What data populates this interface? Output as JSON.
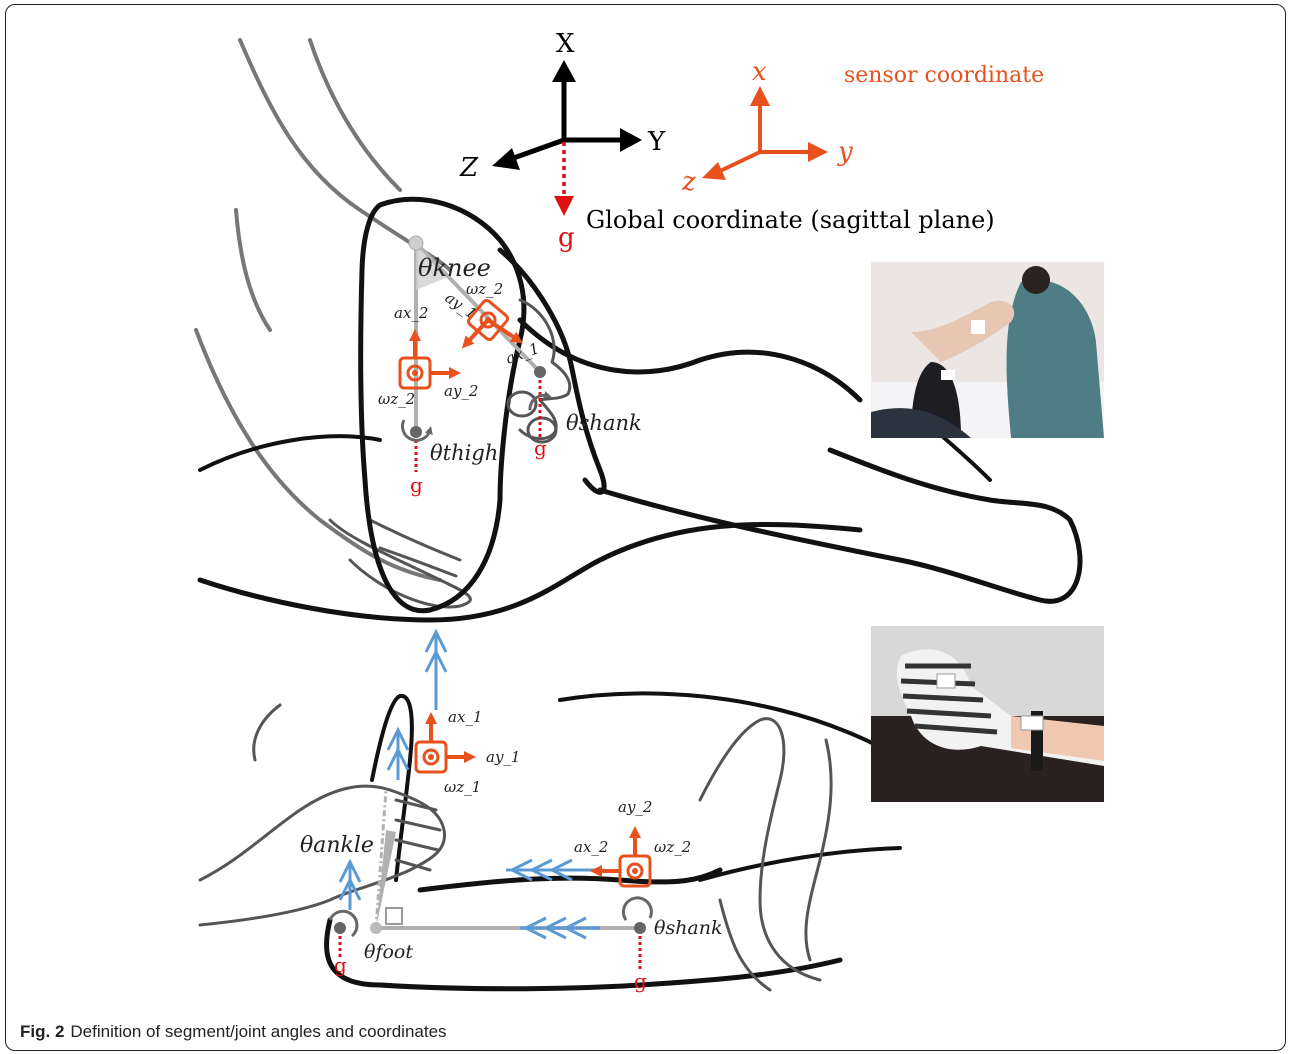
{
  "figure": {
    "caption_label": "Fig. 2",
    "caption_text": "Definition of segment/joint angles and coordinates"
  },
  "global_axes": {
    "x": "X",
    "y": "Y",
    "z": "Z",
    "g": "g",
    "label": "Global coordinate (sagittal plane)"
  },
  "sensor_axes": {
    "x": "x",
    "y": "y",
    "z": "z",
    "label": "sensor coordinate"
  },
  "upper_labels": {
    "theta_knee": "θknee",
    "omega_z2": "ωz_2",
    "a_y1": "ay_1",
    "a_x2": "ax_2",
    "a_x1": "ax_1",
    "a_y2": "ay_2",
    "omega_z2b": "ωz_2",
    "theta_thigh": "θthigh",
    "theta_shank": "θshank",
    "g1": "g",
    "g2": "g"
  },
  "lower_labels": {
    "a_x1": "ax_1",
    "a_y1": "ay_1",
    "omega_z1": "ωz_1",
    "a_y2": "ay_2",
    "a_x2": "ax_2",
    "omega_z2": "ωz_2",
    "theta_ankle": "θankle",
    "theta_foot": "θfoot",
    "theta_shank": "θshank",
    "g1": "g",
    "g2": "g"
  },
  "colors": {
    "sensor": "#e8501e",
    "gravity": "#e01010",
    "blue_arrow": "#5b9bd5",
    "segment": "#b0b0b0",
    "outline": "#111111"
  }
}
